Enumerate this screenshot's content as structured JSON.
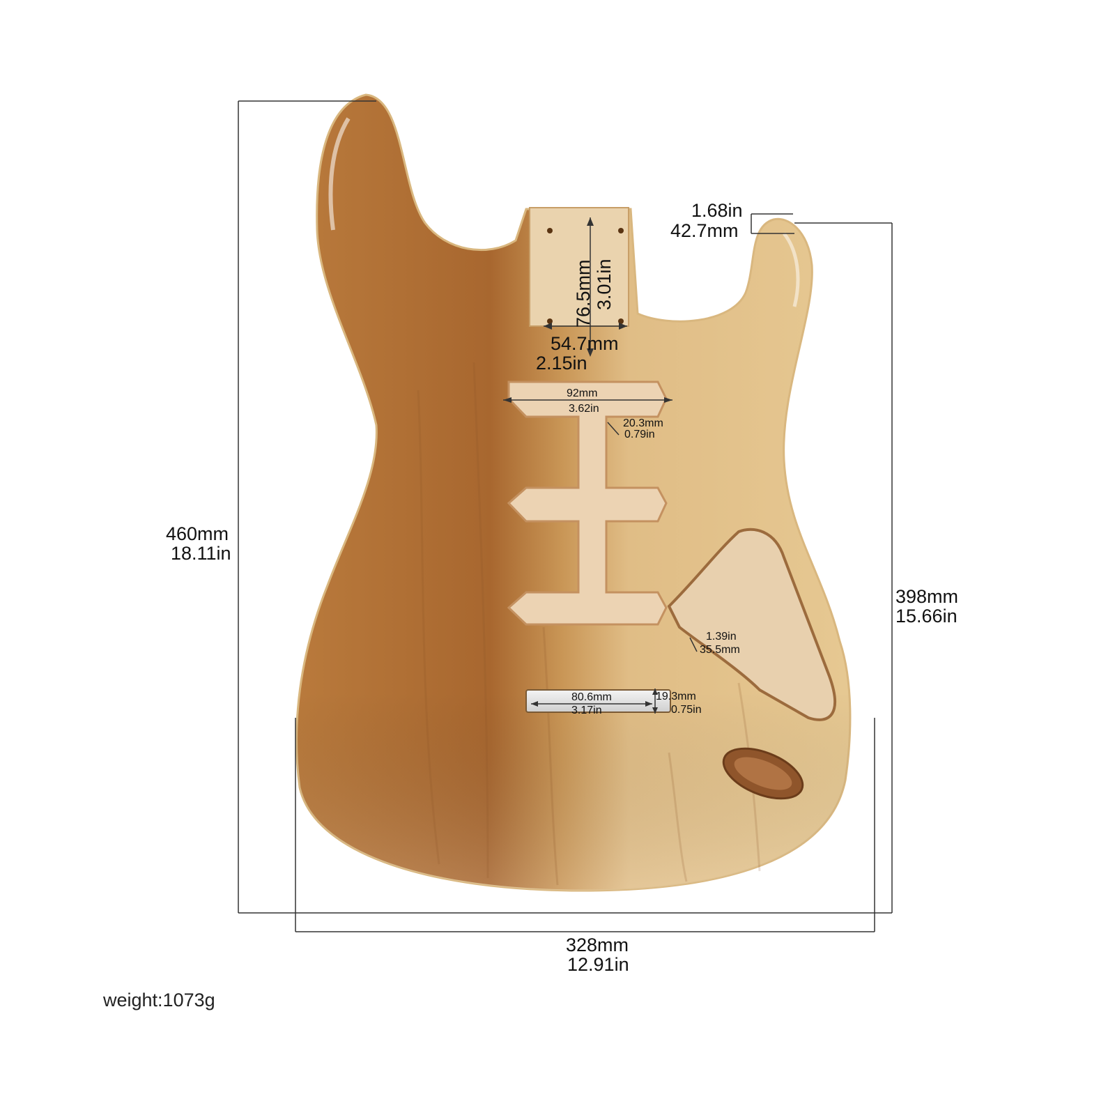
{
  "colors": {
    "wood_light": "#e3c089",
    "wood_mid": "#c99656",
    "wood_dark": "#9a5f2c",
    "cavity": "#ecd3b3",
    "dimension_line": "#333333"
  },
  "dimensions": {
    "total_length": {
      "mm": "460mm",
      "in": "18.11in"
    },
    "body_length": {
      "mm": "398mm",
      "in": "15.66in"
    },
    "body_width": {
      "mm": "328mm",
      "in": "12.91in"
    },
    "horn_offset": {
      "in": "1.68in",
      "mm": "42.7mm"
    },
    "neck_pocket_length": {
      "mm": "76.5mm",
      "in": "3.01in"
    },
    "neck_pocket_width": {
      "mm": "54.7mm",
      "in": "2.15in"
    },
    "pickup_cavity_width": {
      "mm": "92mm",
      "in": "3.62in"
    },
    "pickup_channel_width": {
      "mm": "20.3mm",
      "in": "0.79in"
    },
    "control_cavity_width": {
      "in": "1.39in",
      "mm": "35.5mm"
    },
    "bridge_slot_length": {
      "mm": "80.6mm",
      "in": "3.17in"
    },
    "bridge_slot_width": {
      "mm": "19.3mm",
      "in": "0.75in"
    }
  },
  "weight": "weight:1073g"
}
